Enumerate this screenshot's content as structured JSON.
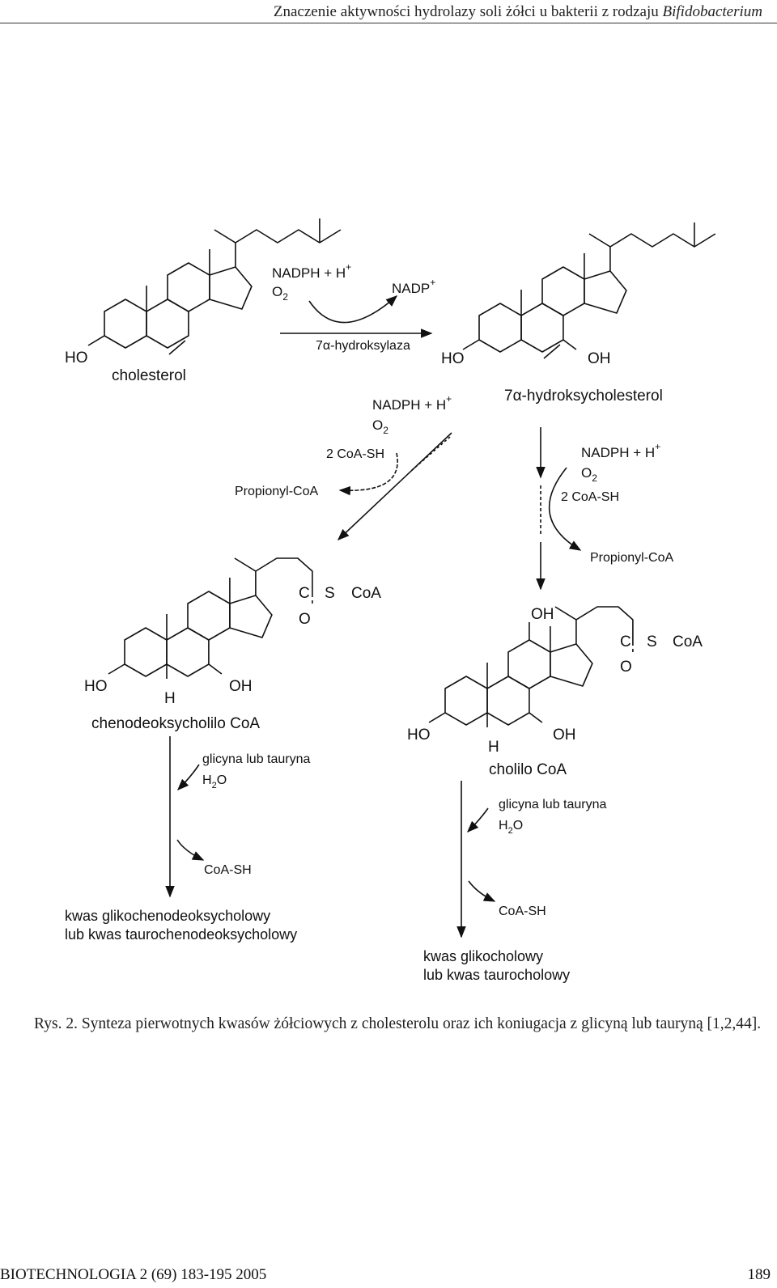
{
  "header": {
    "title_text": "Znaczenie aktywności hydrolazy soli żółci u bakterii z rodzaju",
    "title_italic": "Bifidobacterium"
  },
  "figure": {
    "cholesterol": "cholesterol",
    "ho": "HO",
    "oh": "OH",
    "h": "H",
    "enzyme": "7α-hydroksylaza",
    "nadph": "NADPH + H",
    "o2": "O",
    "nadp": "NADP",
    "hydroxycholesterol": "7α-hydroksycholesterol",
    "coa_sh_2": "2 CoA-SH",
    "propionyl": "Propionyl-CoA",
    "c": "C",
    "s": "S",
    "o": "O",
    "coa": "CoA",
    "chenodeoxy_coa": "chenodeoksycholilo CoA",
    "cholilo_coa": "cholilo CoA",
    "glycine_taurine": "glicyna lub tauryna",
    "h2o_h": "H",
    "h2o_o": "O",
    "coa_sh": "CoA-SH",
    "acid_left_1": "kwas glikochenodeoksycholowy",
    "acid_left_2": "lub kwas taurochenodeoksycholowy",
    "acid_right_1": "kwas glikocholowy",
    "acid_right_2": "lub kwas taurocholowy",
    "plus": "+",
    "two": "2"
  },
  "caption": "Rys. 2. Synteza pierwotnych kwasów żółciowych z cholesterolu oraz ich koniugacja z glicyną lub tauryną [1,2,44].",
  "footer": {
    "journal": "BIOTECHNOLOGIA 2 (69) 183-195 2005",
    "page": "189"
  }
}
